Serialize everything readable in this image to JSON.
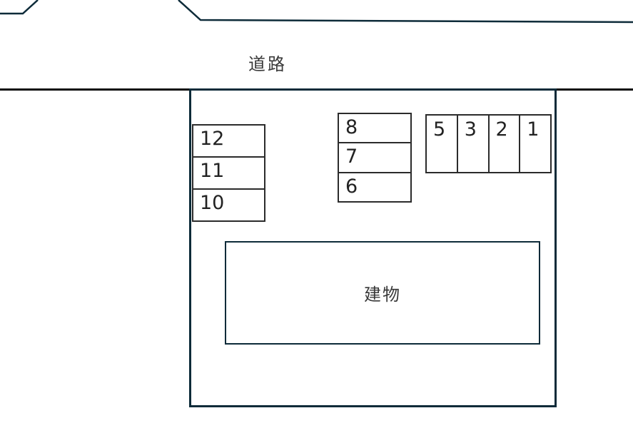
{
  "road": {
    "label": "道路"
  },
  "building": {
    "label": "建物"
  },
  "parking": {
    "left_stack": [
      "12",
      "11",
      "10"
    ],
    "middle_stack": [
      "8",
      "7",
      "6"
    ],
    "right_row": [
      "5",
      "3",
      "2",
      "1"
    ]
  },
  "colors": {
    "boundary": "#0d2b39",
    "road_line": "#0d2b39",
    "lot_divider": "#0a0a0a",
    "space_border": "#2b2b2b",
    "text": "#383838"
  }
}
